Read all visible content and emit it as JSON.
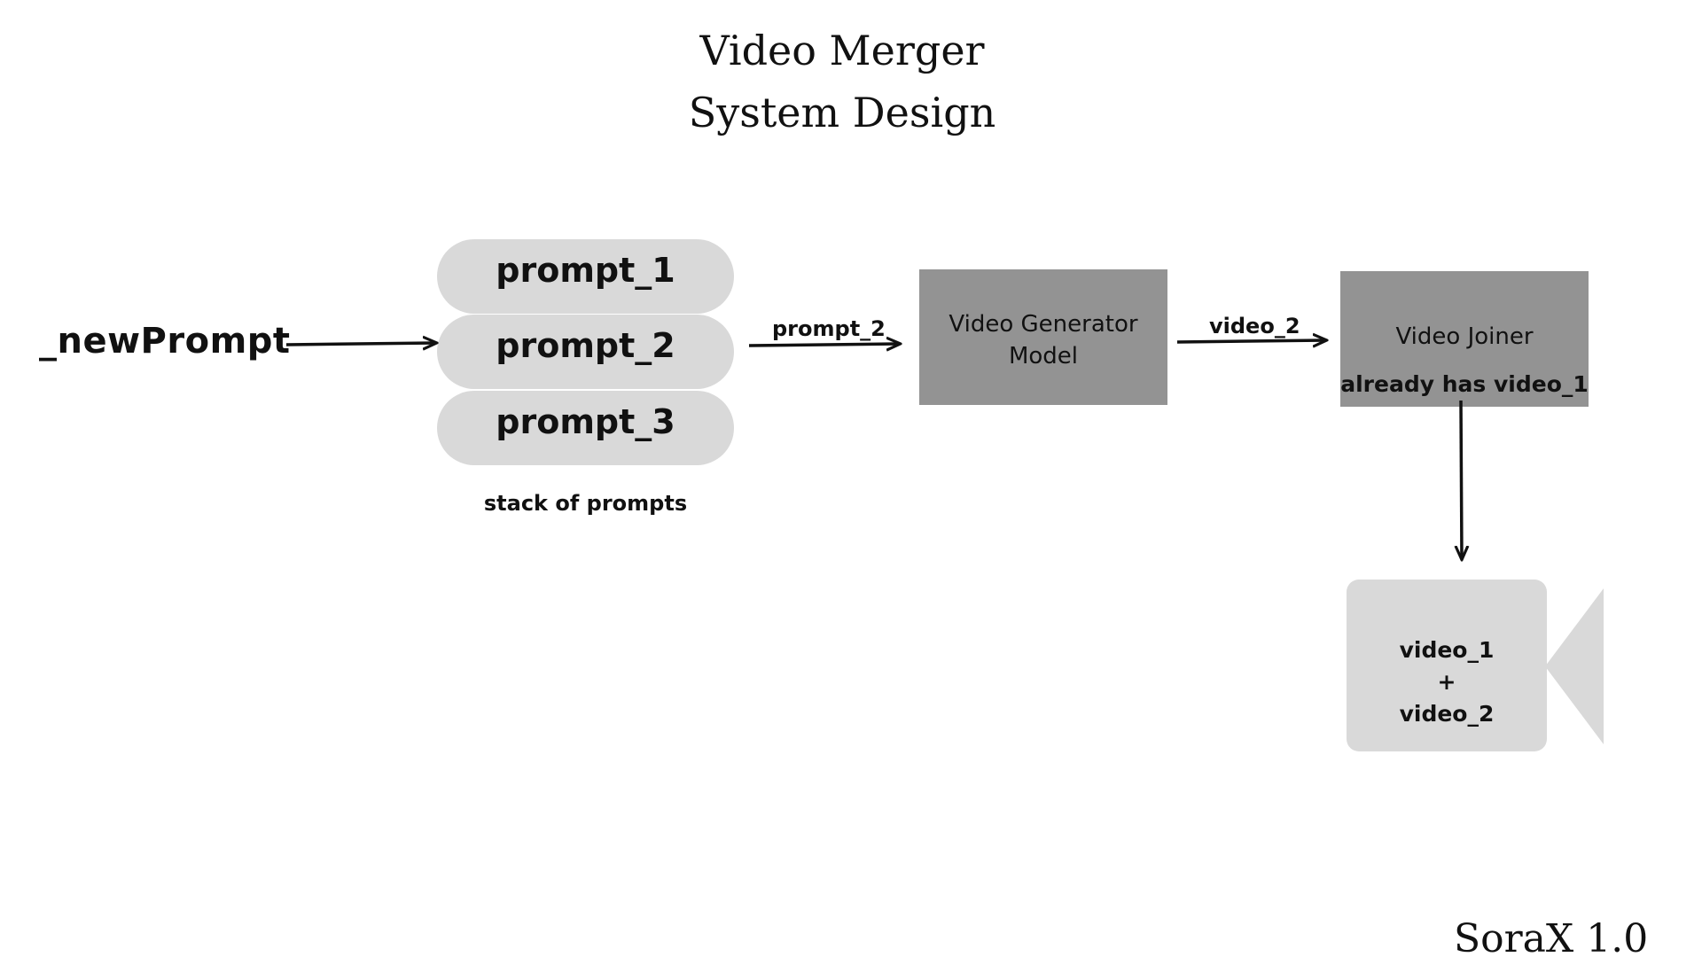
{
  "title": {
    "line1": "Video Merger",
    "line2": "System Design"
  },
  "input": {
    "label": "_newPrompt"
  },
  "stack": {
    "items": [
      "prompt_1",
      "prompt_2",
      "prompt_3"
    ],
    "caption": "stack of prompts"
  },
  "edges": {
    "stack_to_generator": "prompt_2",
    "generator_to_joiner": "video_2"
  },
  "generator": {
    "line1": "Video Generator",
    "line2": "Model"
  },
  "joiner": {
    "label": "Video Joiner",
    "note": "already has video_1"
  },
  "output": {
    "line1": "video_1",
    "line2": "+",
    "line3": "video_2",
    "icon": "video-camera-icon"
  },
  "brand": "SoraX 1.0",
  "colors": {
    "pill": "#d9d9d9",
    "box": "#939393",
    "text": "#111111",
    "background": "#ffffff"
  }
}
